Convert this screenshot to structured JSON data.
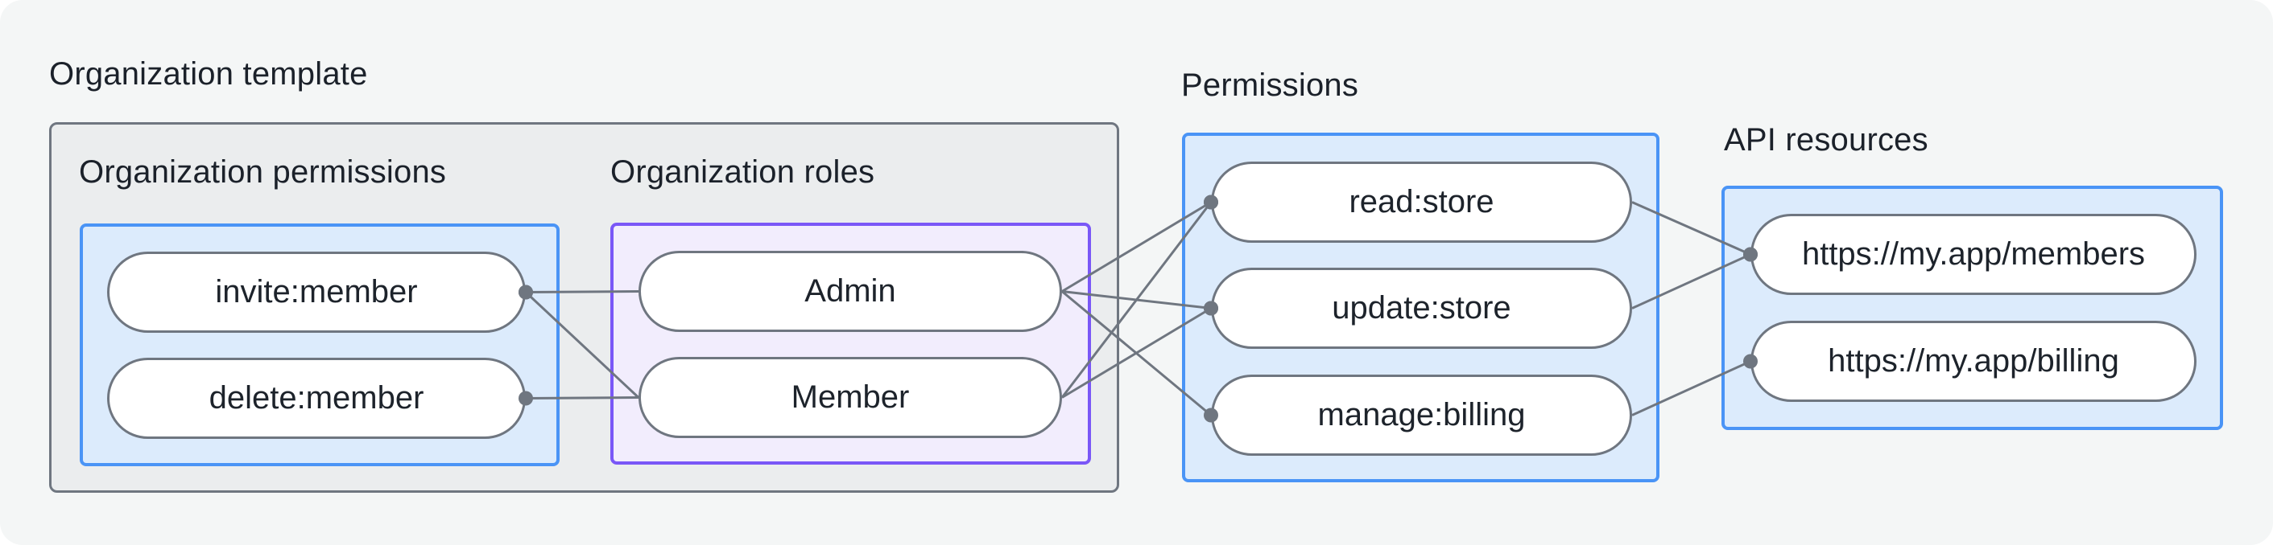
{
  "title": "Organization template",
  "groups": {
    "org_permissions": {
      "label": "Organization permissions",
      "items": [
        {
          "id": "invite",
          "label": "invite:member"
        },
        {
          "id": "delete",
          "label": "delete:member"
        }
      ]
    },
    "org_roles": {
      "label": "Organization roles",
      "items": [
        {
          "id": "admin",
          "label": "Admin"
        },
        {
          "id": "member",
          "label": "Member"
        }
      ]
    },
    "permissions": {
      "label": "Permissions",
      "items": [
        {
          "id": "read",
          "label": "read:store"
        },
        {
          "id": "update",
          "label": "update:store"
        },
        {
          "id": "manage",
          "label": "manage:billing"
        }
      ]
    },
    "api_resources": {
      "label": "API resources",
      "items": [
        {
          "id": "members_api",
          "label": "https://my.app/members"
        },
        {
          "id": "billing_api",
          "label": "https://my.app/billing"
        }
      ]
    }
  },
  "edges": [
    {
      "from": "invite",
      "to": "admin",
      "dot": "from"
    },
    {
      "from": "invite",
      "to": "member",
      "dot": "from"
    },
    {
      "from": "delete",
      "to": "member",
      "dot": "from"
    },
    {
      "from": "admin",
      "to": "read",
      "dot": "to"
    },
    {
      "from": "admin",
      "to": "update",
      "dot": "to"
    },
    {
      "from": "admin",
      "to": "manage",
      "dot": "to"
    },
    {
      "from": "member",
      "to": "read",
      "dot": "to"
    },
    {
      "from": "member",
      "to": "update",
      "dot": "to"
    },
    {
      "from": "read",
      "to": "members_api",
      "dot": "to"
    },
    {
      "from": "update",
      "to": "members_api",
      "dot": "to"
    },
    {
      "from": "manage",
      "to": "billing_api",
      "dot": "to"
    }
  ],
  "colors": {
    "canvas_bg": "#f4f6f6",
    "gray_box_bg": "#ebedee",
    "gray_border": "#6f7680",
    "blue_border": "#4a94f6",
    "blue_bg": "#dcebfc",
    "purple_border": "#7a57f7",
    "purple_bg": "#f2edfd",
    "line": "#6f7680",
    "dot": "#6f7680",
    "text": "#1b212a"
  },
  "line_width": 3,
  "dot_radius": 9
}
